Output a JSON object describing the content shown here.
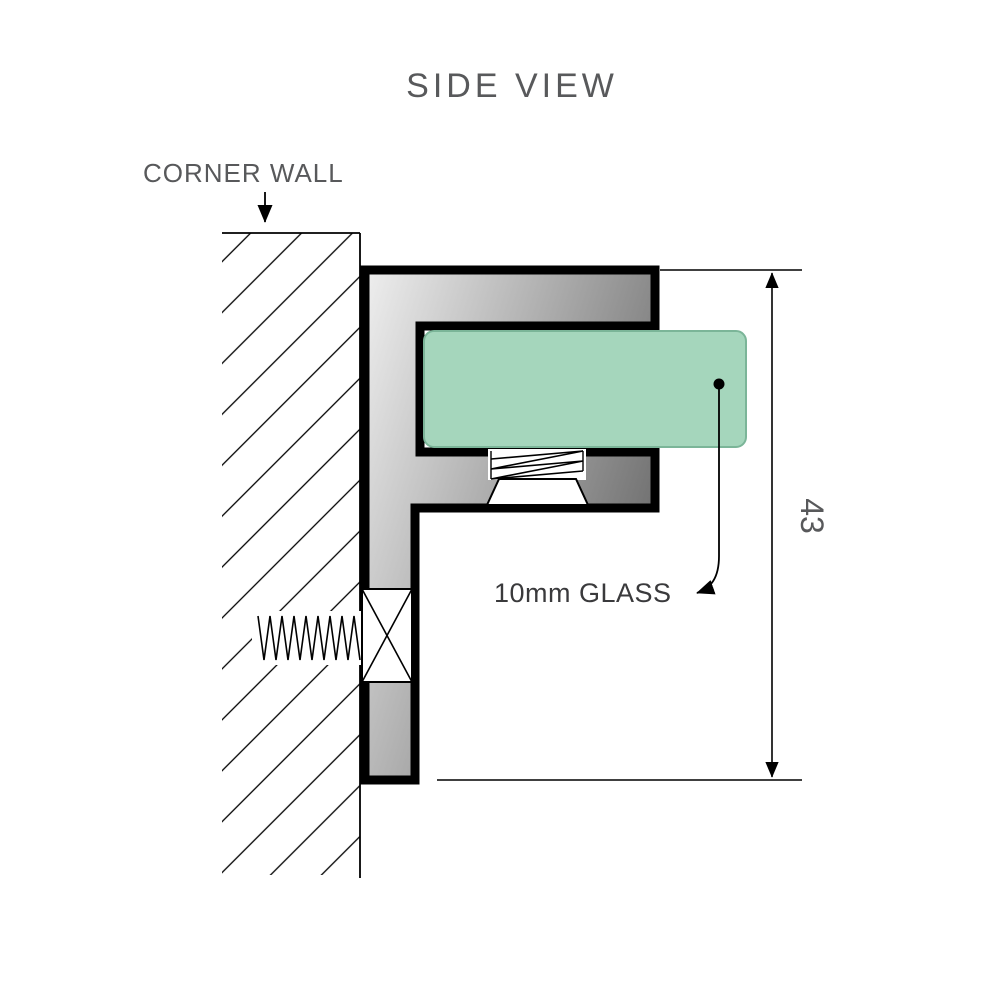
{
  "title": "SIDE VIEW",
  "labels": {
    "corner_wall": "CORNER WALL",
    "glass_callout": "10mm GLASS",
    "dimension_43": "43"
  },
  "colors": {
    "label_text": "#58595b",
    "callout_text": "#3a3a3c",
    "outline": "#000000",
    "glass_fill": "#a5d6bc",
    "glass_stroke": "#7bb598",
    "metal_light": "#efefef",
    "metal_mid": "#b5b5b5",
    "metal_dark": "#6d6d6d"
  }
}
